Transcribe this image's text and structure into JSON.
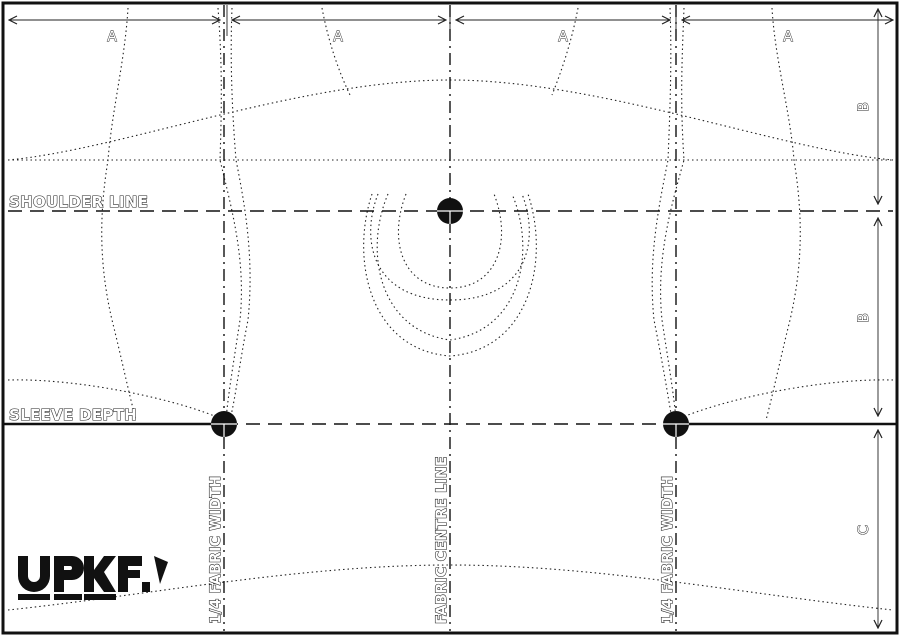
{
  "labels": {
    "shoulder_line": "SHOULDER LINE",
    "sleeve_depth": "SLEEVE DEPTH",
    "quarter_width_left": "1/4 FABRIC WIDTH",
    "quarter_width_right": "1/4 FABRIC WIDTH",
    "centre_line": "FABRIC CENTRE LINE"
  },
  "dimensions": {
    "top": [
      "A",
      "A",
      "A",
      "A"
    ],
    "right": [
      "B",
      "B",
      "C"
    ]
  },
  "logo": {
    "name": "brand-logo-mark"
  },
  "colors": {
    "ink": "#111111",
    "paper": "#ffffff"
  }
}
